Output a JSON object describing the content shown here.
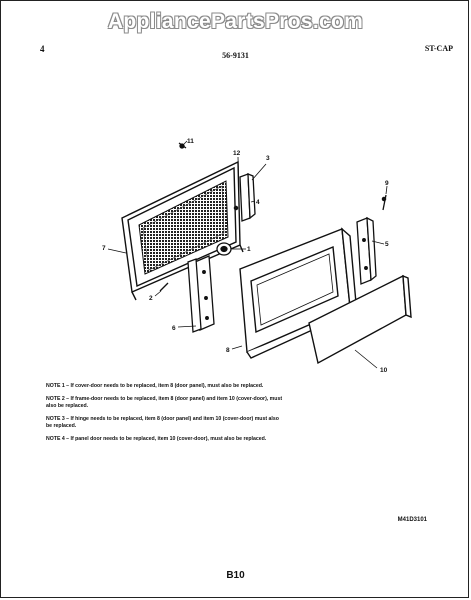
{
  "watermark": "AppliancePartsPros.com",
  "header": {
    "left": "4",
    "center": "56-9131",
    "right": "ST-CAP"
  },
  "callouts": [
    {
      "id": "11",
      "label": "11"
    },
    {
      "id": "12",
      "label": "12"
    },
    {
      "id": "3",
      "label": "3"
    },
    {
      "id": "4",
      "label": "4"
    },
    {
      "id": "7",
      "label": "7"
    },
    {
      "id": "1",
      "label": "1"
    },
    {
      "id": "2",
      "label": "2"
    },
    {
      "id": "6",
      "label": "6"
    },
    {
      "id": "8",
      "label": "8"
    },
    {
      "id": "9",
      "label": "9"
    },
    {
      "id": "5",
      "label": "5"
    },
    {
      "id": "10",
      "label": "10"
    }
  ],
  "notes": [
    "NOTE 1 – If cover-door needs to be replaced, item 8 (door panel), must also be replaced.",
    "NOTE 2 – If frame-door needs to be replaced, item 8 (door panel) and item 10 (cover-door), must also be replaced.",
    "NOTE 3 – If hinge needs to be replaced, item 8 (door panel) and item 10 (cover-door) must also be replaced.",
    "NOTE 4 – If panel door needs to be replaced, item 10 (cover-door), must also be replaced."
  ],
  "ref_code": "M41D3101",
  "page_number": "B10"
}
